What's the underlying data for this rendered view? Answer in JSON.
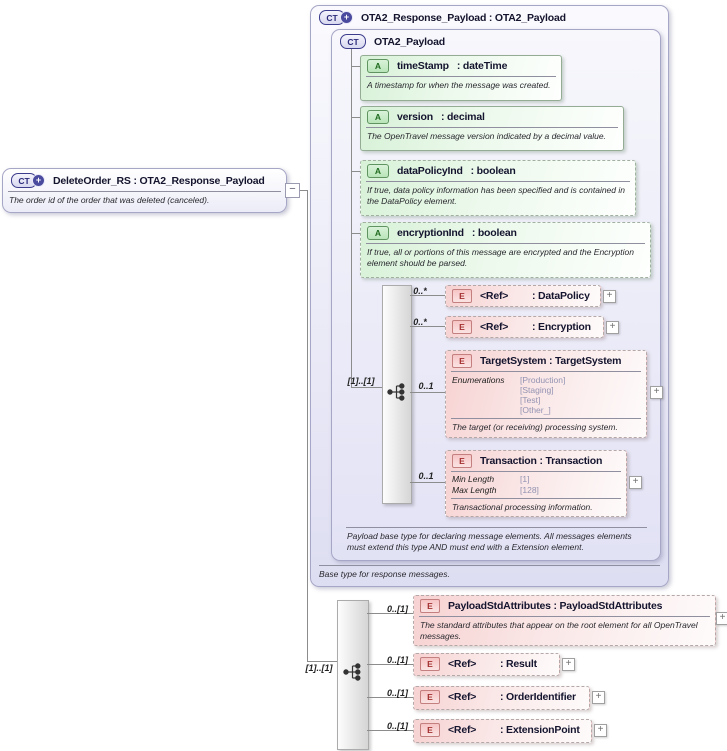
{
  "colors": {
    "box_lavender": "#E0E0F4",
    "attribute_green": "#D9F2D9",
    "element_pink": "#F7D2D2",
    "type_badge_navy": "#3C3C8C",
    "element_badge_red": "#A33030",
    "attribute_badge_green": "#1F6B1F",
    "facet_value_gray": "#9393B2"
  },
  "root_node": {
    "icon": "CT",
    "collapse_glyph": "−",
    "title": "DeleteOrder_RS : OTA2_Response_Payload",
    "description": "The order id of the order that was deleted (canceled)."
  },
  "outer_box": {
    "icon": "CT",
    "title": "OTA2_Response_Payload : OTA2_Payload",
    "footer": "Base type for response messages."
  },
  "inner_box": {
    "icon": "CT",
    "title": "OTA2_Payload",
    "footer": "Payload base type for declaring message elements. All messages elements must extend this type AND must end with a Extension element.",
    "sequence_cardinality": "[1]..[1]",
    "attributes": [
      {
        "icon": "A",
        "name": "timeStamp",
        "type": ": dateTime",
        "description": "A timestamp for when the message was created."
      },
      {
        "icon": "A",
        "name": "version",
        "type": ": decimal",
        "description": "The OpenTravel message version indicated by a decimal value."
      },
      {
        "icon": "A",
        "name": "dataPolicyInd",
        "type": ": boolean",
        "description": "If true, data policy information has been specified and is contained in the DataPolicy element."
      },
      {
        "icon": "A",
        "name": "encryptionInd",
        "type": ": boolean",
        "description": "If true, all or portions of this message are encrypted and the Encryption element should be parsed."
      }
    ],
    "elements": [
      {
        "cardinality": "0..*",
        "icon": "E",
        "name": "<Ref>",
        "type": ": DataPolicy",
        "expand": "+"
      },
      {
        "cardinality": "0..*",
        "icon": "E",
        "name": "<Ref>",
        "type": ": Encryption",
        "expand": "+"
      },
      {
        "cardinality": "0..1",
        "icon": "E",
        "title": "TargetSystem : TargetSystem",
        "facet_label": "Enumerations",
        "facet_values": [
          "[Production]",
          "[Staging]",
          "[Test]",
          "[Other_]"
        ],
        "description": "The target (or receiving) processing system.",
        "expand": "+"
      },
      {
        "cardinality": "0..1",
        "icon": "E",
        "title": "Transaction : Transaction",
        "facets": [
          {
            "label": "Min Length",
            "value": "[1]"
          },
          {
            "label": "Max Length",
            "value": "[128]"
          }
        ],
        "description": "Transactional processing information.",
        "expand": "+"
      }
    ]
  },
  "bottom_sequence": {
    "cardinality": "[1]..[1]",
    "elements": [
      {
        "cardinality": "0..[1]",
        "icon": "E",
        "title": "PayloadStdAttributes : PayloadStdAttributes",
        "description": "The standard attributes that appear on the root element for all OpenTravel messages.",
        "expand": "+"
      },
      {
        "cardinality": "0..[1]",
        "icon": "E",
        "name": "<Ref>",
        "type": ": Result",
        "expand": "+"
      },
      {
        "cardinality": "0..[1]",
        "icon": "E",
        "name": "<Ref>",
        "type": ": OrderIdentifier",
        "expand": "+"
      },
      {
        "cardinality": "0..[1]",
        "icon": "E",
        "name": "<Ref>",
        "type": ": ExtensionPoint",
        "expand": "+"
      }
    ]
  }
}
